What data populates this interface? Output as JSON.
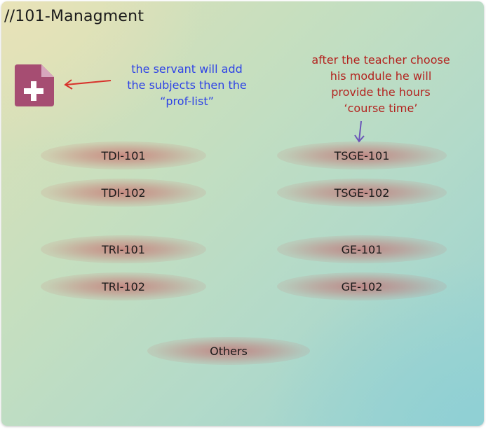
{
  "title": "//101-Managment",
  "icons": {
    "add_file": "file-plus-icon",
    "arrow_left": "arrow-left-icon",
    "arrow_down": "arrow-down-icon"
  },
  "colors": {
    "note_blue": "#2e43e6",
    "note_red": "#b3231f",
    "arrow_red": "#d8322b",
    "arrow_purple": "#6a55b8",
    "icon_fill": "#a64d72"
  },
  "notes": {
    "servant": [
      "the servant will add",
      "the subjects then the",
      "“prof-list”"
    ],
    "teacher": [
      "after the teacher choose",
      "his module he will",
      "provide the hours",
      "‘course time’"
    ]
  },
  "modules": {
    "left": [
      "TDI-101",
      "TDI-102",
      "TRI-101",
      "TRI-102"
    ],
    "right": [
      "TSGE-101",
      "TSGE-102",
      "GE-101",
      "GE-102"
    ],
    "others": "Others"
  }
}
